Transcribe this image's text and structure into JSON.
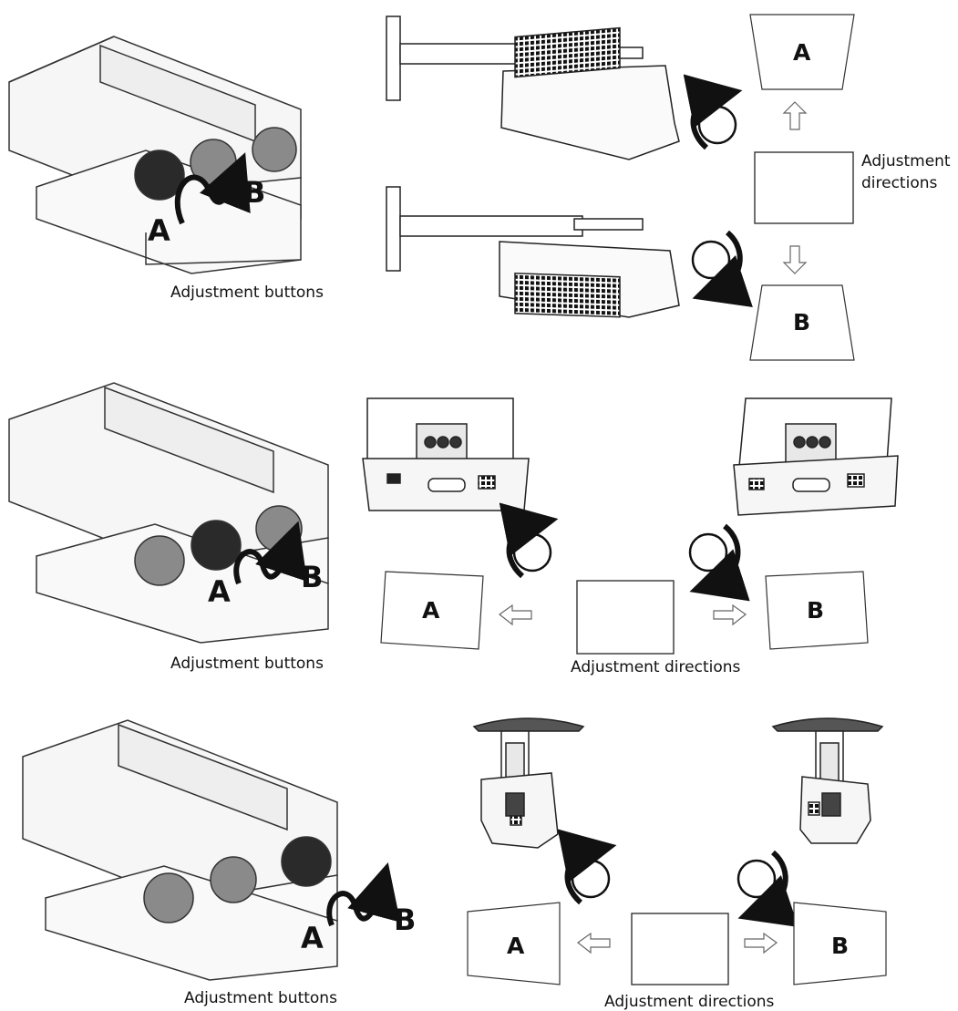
{
  "sections": [
    {
      "buttons_caption": "Adjustment buttons",
      "directions_caption_line1": "Adjustment",
      "directions_caption_line2": "directions",
      "knob_label_a": "A",
      "knob_label_b": "B",
      "screen_label_a": "A",
      "screen_label_b": "B",
      "active_knob": "left"
    },
    {
      "buttons_caption": "Adjustment buttons",
      "directions_caption": "Adjustment directions",
      "knob_label_a": "A",
      "knob_label_b": "B",
      "screen_label_a": "A",
      "screen_label_b": "B",
      "active_knob": "middle"
    },
    {
      "buttons_caption": "Adjustment buttons",
      "directions_caption": "Adjustment directions",
      "knob_label_a": "A",
      "knob_label_b": "B",
      "screen_label_a": "A",
      "screen_label_b": "B",
      "active_knob": "right"
    }
  ],
  "colors": {
    "line": "#222222",
    "fill_dark": "#2a2a2a",
    "fill_mid": "#777777",
    "fill_light": "#d0d0d0"
  }
}
